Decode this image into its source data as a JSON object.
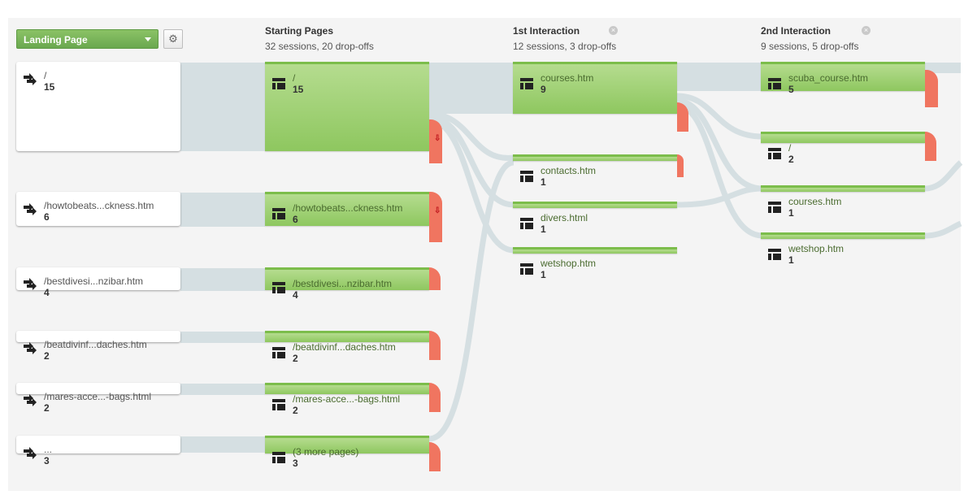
{
  "controls": {
    "dimension_label": "Landing Page",
    "gear_icon": "gear-icon"
  },
  "columns": [
    {
      "title": "Starting Pages",
      "subtitle": "32 sessions, 20 drop-offs",
      "closable": false
    },
    {
      "title": "1st Interaction",
      "subtitle": "12 sessions, 3 drop-offs",
      "closable": true
    },
    {
      "title": "2nd Interaction",
      "subtitle": "9 sessions, 5 drop-offs",
      "closable": true
    }
  ],
  "sources": [
    {
      "label": "/",
      "count": "15"
    },
    {
      "label": "/howtobeats...ckness.htm",
      "count": "6"
    },
    {
      "label": "/bestdivesi...nzibar.htm",
      "count": "4"
    },
    {
      "label": "/beatdivinf...daches.htm",
      "count": "2"
    },
    {
      "label": "/mares-acce...-bags.html",
      "count": "2"
    },
    {
      "label": "...",
      "count": "3"
    }
  ],
  "starting_pages": [
    {
      "label": "/",
      "count": "15"
    },
    {
      "label": "/howtobeats...ckness.htm",
      "count": "6"
    },
    {
      "label": "/bestdivesi...nzibar.htm",
      "count": "4"
    },
    {
      "label": "/beatdivinf...daches.htm",
      "count": "2"
    },
    {
      "label": "/mares-acce...-bags.html",
      "count": "2"
    },
    {
      "label": "(3 more pages)",
      "count": "3"
    }
  ],
  "first_interaction": [
    {
      "label": "courses.htm",
      "count": "9"
    },
    {
      "label": "contacts.htm",
      "count": "1"
    },
    {
      "label": "divers.html",
      "count": "1"
    },
    {
      "label": "wetshop.htm",
      "count": "1"
    }
  ],
  "second_interaction": [
    {
      "label": "scuba_course.htm",
      "count": "5"
    },
    {
      "label": "/",
      "count": "2"
    },
    {
      "label": "courses.htm",
      "count": "1"
    },
    {
      "label": "wetshop.htm",
      "count": "1"
    }
  ],
  "colors": {
    "node_green": "#8ec75f",
    "dropoff_red": "#f07560",
    "flow_gray": "#d6e0e3"
  }
}
